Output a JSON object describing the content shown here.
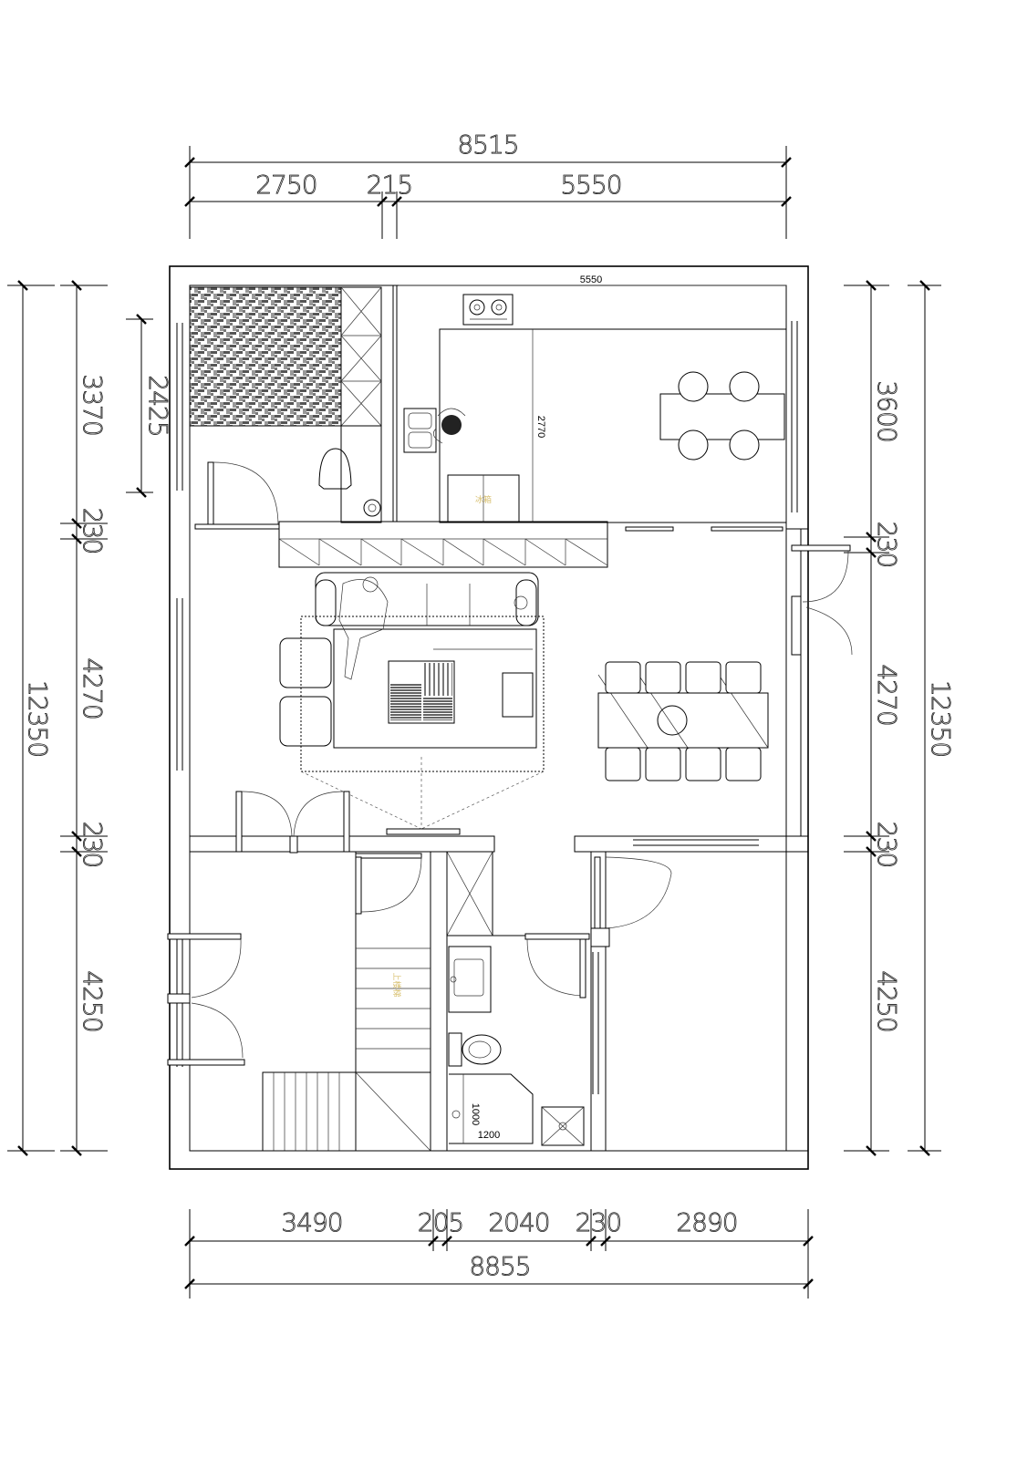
{
  "dimensions": {
    "top_total": "8515",
    "top_segments": [
      "2750",
      "215",
      "5550"
    ],
    "bottom_segments": [
      "3490",
      "205",
      "2040",
      "230",
      "2890"
    ],
    "bottom_total": "8855",
    "left_outer": "12350",
    "left_segments": [
      "3370",
      "230",
      "4270",
      "230",
      "4250"
    ],
    "left_inner": "2425",
    "right_segments": [
      "3600",
      "230",
      "4270",
      "230",
      "4250"
    ],
    "right_outer": "12350"
  },
  "inline_dims": {
    "kitchen_width": "5550",
    "kitchen_depth": "2770",
    "shower_depth": "1000",
    "shower_width": "1200"
  }
}
